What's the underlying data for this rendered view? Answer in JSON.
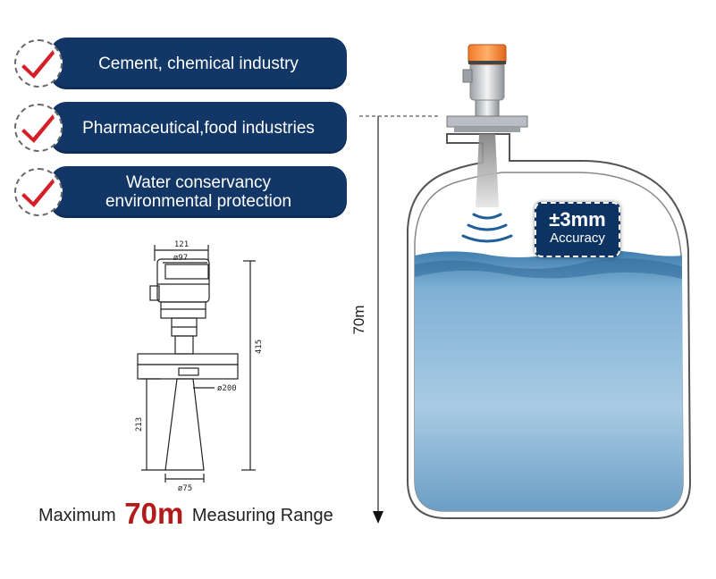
{
  "applications": [
    {
      "label": "Cement, chemical industry"
    },
    {
      "label": "Pharmaceutical,food industries"
    },
    {
      "label": "Water conservancy\nenvironmental protection"
    }
  ],
  "drawing": {
    "dim_width_top": "121",
    "dim_head_dia": "ø97",
    "dim_height_total": "415",
    "dim_flange_dia": "ø200",
    "dim_horn_height": "213",
    "dim_horn_dia": "ø75"
  },
  "caption": {
    "prefix": "Maximum",
    "highlight": "70m",
    "suffix": "Measuring Range"
  },
  "tank": {
    "range_label": "70m",
    "accuracy_value": "±3mm",
    "accuracy_label": "Accuracy"
  },
  "colors": {
    "pill": "#123767",
    "check": "#d51f26",
    "highlight": "#b31b1b",
    "water": "#6fa3c9"
  },
  "icons": [
    "check-icon",
    "radar-wave-icon",
    "sensor-icon"
  ]
}
